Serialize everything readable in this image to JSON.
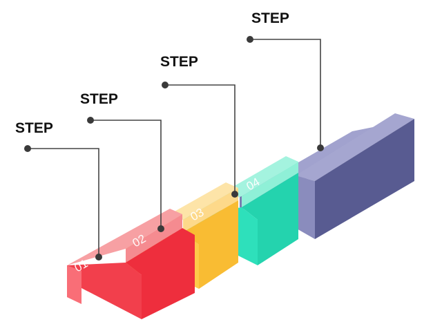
{
  "steps": [
    {
      "label": "STEP",
      "number": "01",
      "colors": {
        "top": "#f7a0a3",
        "front": "#f23f4c",
        "side": "#f96e77"
      }
    },
    {
      "label": "STEP",
      "number": "02",
      "colors": {
        "top": "#fde4a8",
        "front": "#fec94a",
        "side": "#fbd776"
      }
    },
    {
      "label": "STEP",
      "number": "03",
      "colors": {
        "top": "#a4f3df",
        "front": "#2ee0bb",
        "side": "#6febcf"
      }
    },
    {
      "label": "STEP",
      "number": "04",
      "colors": {
        "top": "#a1a2ce",
        "front": "#595c92",
        "side": "#7f81b4"
      }
    }
  ]
}
